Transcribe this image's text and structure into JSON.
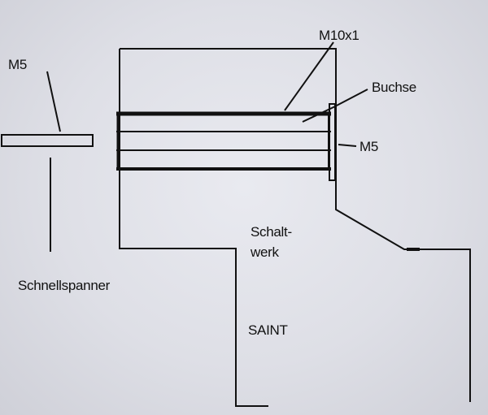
{
  "labels": {
    "m5_left": "M5",
    "m10x1": "M10x1",
    "buchse": "Buchse",
    "m5_right": "M5",
    "schnellspanner": "Schnellspanner",
    "schalt": "Schalt-",
    "werk": "werk",
    "saint": "SAINT"
  },
  "colors": {
    "line": "#111111",
    "background": "#e3e4ea"
  }
}
